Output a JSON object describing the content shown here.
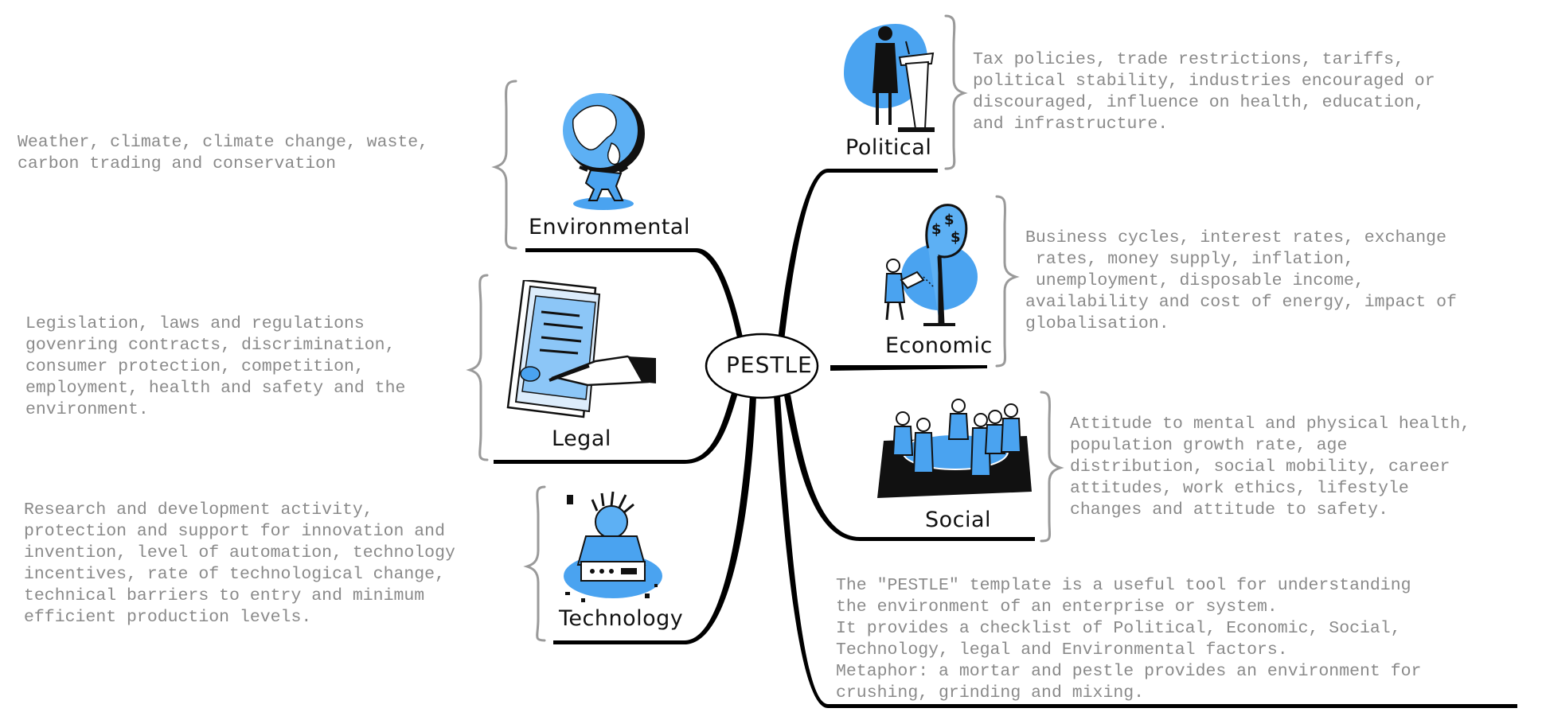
{
  "center": {
    "label": "PESTLE"
  },
  "colors": {
    "accent": "#4aa3f0",
    "line": "#000000",
    "text": "#8a8a8a",
    "brace": "#9a9a9a"
  },
  "branches": {
    "environmental": {
      "label": "Environmental",
      "icon": "atlas-globe-icon",
      "lines": [
        "Weather, climate, climate change, waste,",
        "carbon trading and conservation"
      ]
    },
    "legal": {
      "label": "Legal",
      "icon": "contract-signing-icon",
      "lines": [
        "Legislation, laws and regulations",
        "govenring contracts, discrimination,",
        "consumer protection, competition,",
        "employment, health and safety and the",
        "environment."
      ]
    },
    "technology": {
      "label": "Technology",
      "icon": "frustrated-engineer-icon",
      "lines": [
        "Research and development activity,",
        "protection and support for innovation and",
        "invention, level of automation, technology",
        "incentives, rate of technological change,",
        "technical barriers to entry and minimum",
        "efficient production levels."
      ]
    },
    "political": {
      "label": "Political",
      "icon": "speaker-podium-icon",
      "lines": [
        "Tax policies, trade restrictions, tariffs,",
        "political stability, industries encouraged or",
        "discouraged, influence on health, education,",
        "and infrastructure."
      ]
    },
    "economic": {
      "label": "Economic",
      "icon": "money-tree-icon",
      "lines": [
        "Business cycles, interest rates, exchange",
        " rates, money supply, inflation,",
        " unemployment, disposable income,",
        "availability and cost of energy, impact of",
        "globalisation."
      ]
    },
    "social": {
      "label": "Social",
      "icon": "meeting-table-icon",
      "lines": [
        "Attitude to mental and physical health,",
        "population growth rate, age",
        "distribution, social mobility, career",
        "attitudes, work ethics, lifestyle",
        "changes and attitude to safety."
      ]
    }
  },
  "note": {
    "lines": [
      "The \"PESTLE\" template is a useful tool for understanding",
      "the environment of an enterprise or system.",
      "It provides a checklist of Political, Economic, Social,",
      "Technology, legal and Environmental factors.",
      "Metaphor: a mortar and pestle provides an environment for",
      "crushing, grinding and mixing."
    ]
  }
}
